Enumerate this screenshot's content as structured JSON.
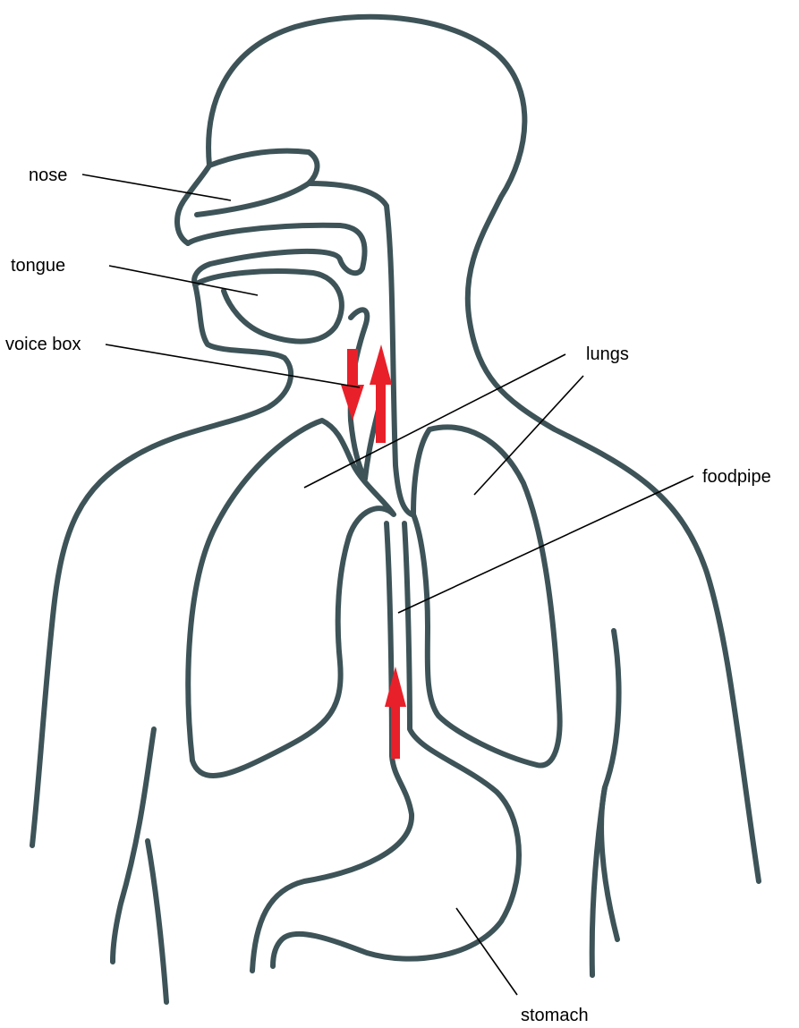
{
  "labels": {
    "nose": "nose",
    "tongue": "tongue",
    "voice_box": "voice box",
    "lungs": "lungs",
    "foodpipe": "foodpipe",
    "stomach": "stomach"
  },
  "colors": {
    "outline": "#3d5357",
    "arrow": "#e8202a",
    "leader": "#000000",
    "background": "#ffffff"
  },
  "arrows": [
    {
      "location": "throat",
      "direction": "down"
    },
    {
      "location": "throat",
      "direction": "up"
    },
    {
      "location": "foodpipe",
      "direction": "up"
    }
  ]
}
